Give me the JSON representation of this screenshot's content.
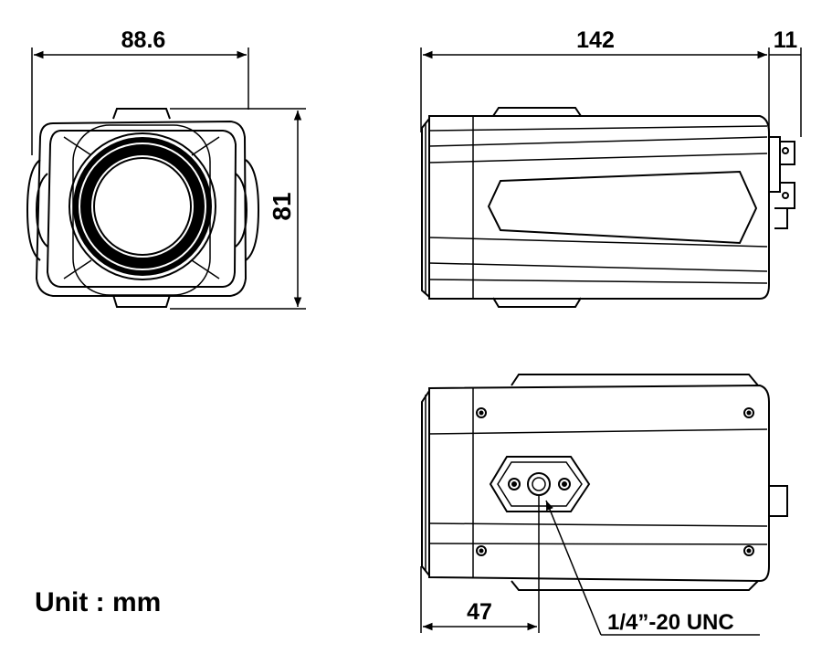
{
  "dimensions": {
    "width": "88.6",
    "height": "81",
    "length": "142",
    "connector": "11",
    "mount_offset": "47"
  },
  "mount_thread": "1/4”-20 UNC",
  "unit_label": "Unit : mm",
  "colors": {
    "line": "#000000",
    "background": "#ffffff"
  }
}
